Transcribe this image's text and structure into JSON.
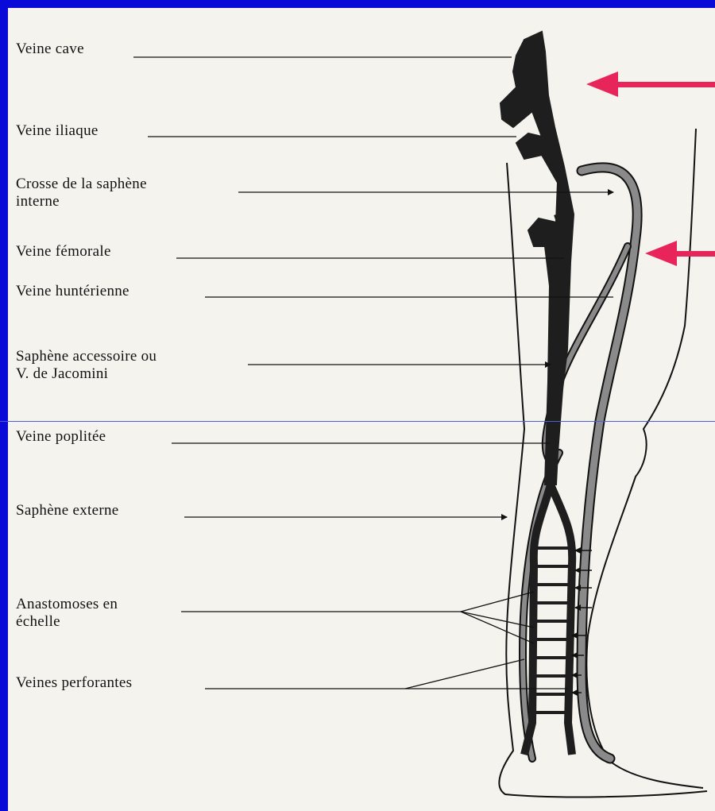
{
  "labels": {
    "veine_cave": "Veine cave",
    "veine_iliaque": "Veine iliaque",
    "crosse_saphene": "Crosse de la saphène\ninterne",
    "veine_femorale": "Veine fémorale",
    "veine_hunterienne": "Veine huntérienne",
    "saphene_accessoire": "Saphène accessoire ou\nV. de Jacomini",
    "veine_poplitee": "Veine poplitée",
    "saphene_externe": "Saphène externe",
    "anastomoses": "Anastomoses en\néchelle",
    "veines_perforantes": "Veines perforantes"
  },
  "colors": {
    "border": "#0a0ad8",
    "paper": "#f5f3ee",
    "deep_vein": "#1e1e1e",
    "superficial_vein": "#8a8a8a",
    "outline": "#111111",
    "highlight_arrow": "#e8255a"
  }
}
